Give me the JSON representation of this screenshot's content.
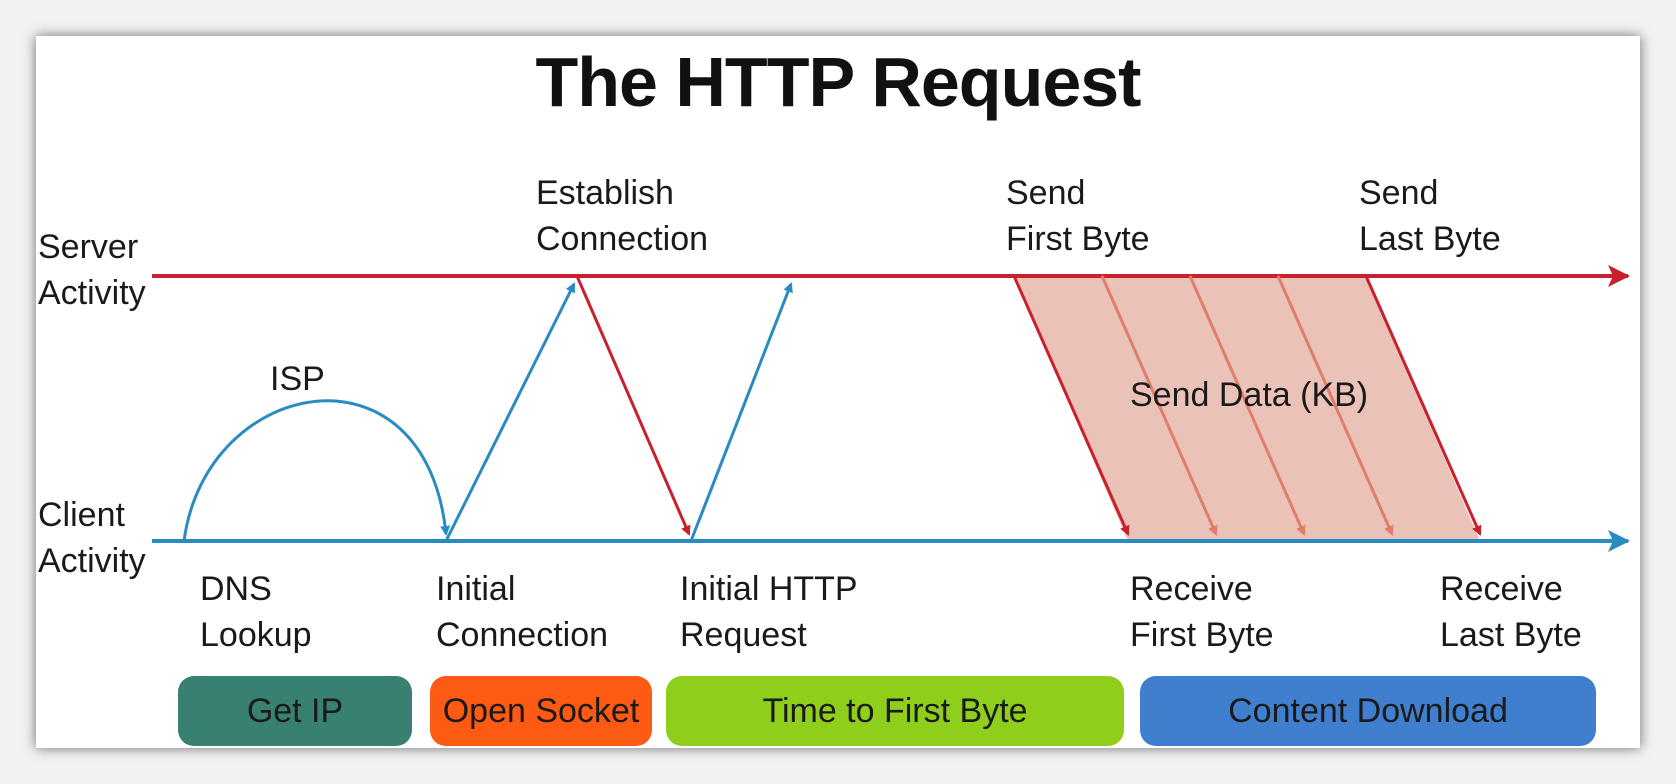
{
  "title": "The HTTP Request",
  "axes": {
    "server": [
      "Server",
      "Activity"
    ],
    "client": [
      "Client",
      "Activity"
    ]
  },
  "top_labels": {
    "establish": [
      "Establish",
      "Connection"
    ],
    "send_first": [
      "Send",
      "First Byte"
    ],
    "send_last": [
      "Send",
      "Last Byte"
    ]
  },
  "mid_labels": {
    "isp": "ISP",
    "send_data": "Send Data (KB)"
  },
  "bottom_labels": {
    "dns": [
      "DNS",
      "Lookup"
    ],
    "initial_connection": [
      "Initial",
      "Connection"
    ],
    "initial_http": [
      "Initial HTTP",
      "Request"
    ],
    "receive_first": [
      "Receive",
      "First Byte"
    ],
    "receive_last": [
      "Receive",
      "Last Byte"
    ]
  },
  "phases": [
    {
      "label": "Get IP",
      "color": "#38806f"
    },
    {
      "label": "Open Socket",
      "color": "#fd5a14"
    },
    {
      "label": "Time to First Byte",
      "color": "#8fcf1c"
    },
    {
      "label": "Content Download",
      "color": "#3f7fce"
    }
  ],
  "colors": {
    "server_line": "#c8202e",
    "client_line": "#2a8bc3",
    "data_fill": "#e8b7aa",
    "data_inner_arrow": "#e07d6b"
  }
}
